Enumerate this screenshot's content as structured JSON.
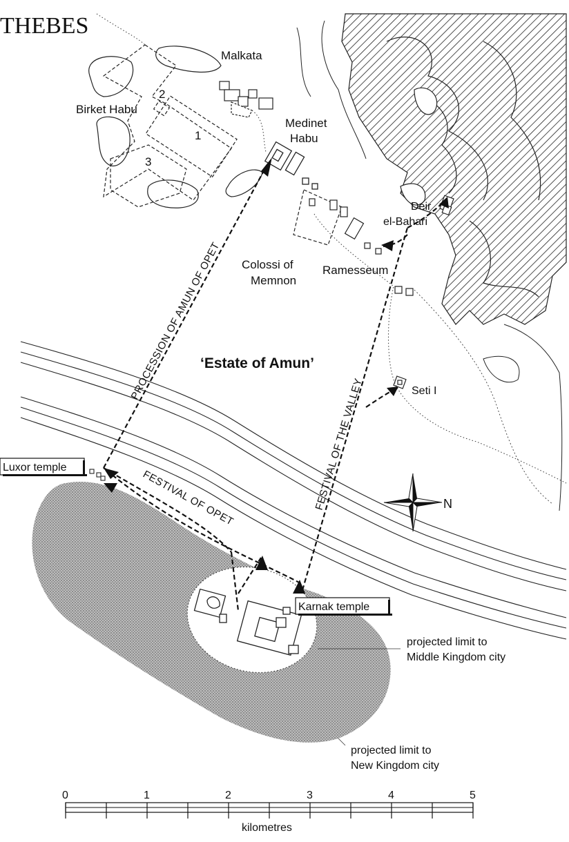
{
  "title": "THEBES",
  "places": {
    "malkata": "Malkata",
    "birket_habu": "Birket Habu",
    "medinet_habu_1": "Medinet",
    "medinet_habu_2": "Habu",
    "deir_1": "Deir",
    "deir_2": "el-Bahari",
    "colossi_1": "Colossi of",
    "colossi_2": "Memnon",
    "ramesseum": "Ramesseum",
    "estate": "‘Estate of Amun’",
    "seti": "Seti I",
    "luxor": "Luxor temple",
    "karnak": "Karnak temple"
  },
  "enclosures": {
    "n1": "1",
    "n2": "2",
    "n3": "3"
  },
  "routes": {
    "procession": "PROCESSION OF AMUN OF OPET",
    "valley": "FESTIVAL OF THE VALLEY",
    "opet": "FESTIVAL OF OPET"
  },
  "limits": {
    "middle_1": "projected limit to",
    "middle_2": "Middle Kingdom city",
    "new_1": "projected limit to",
    "new_2": "New Kingdom city"
  },
  "north": "N",
  "scale": {
    "ticks": [
      "0",
      "1",
      "2",
      "3",
      "4",
      "5"
    ],
    "unit": "kilometres"
  }
}
